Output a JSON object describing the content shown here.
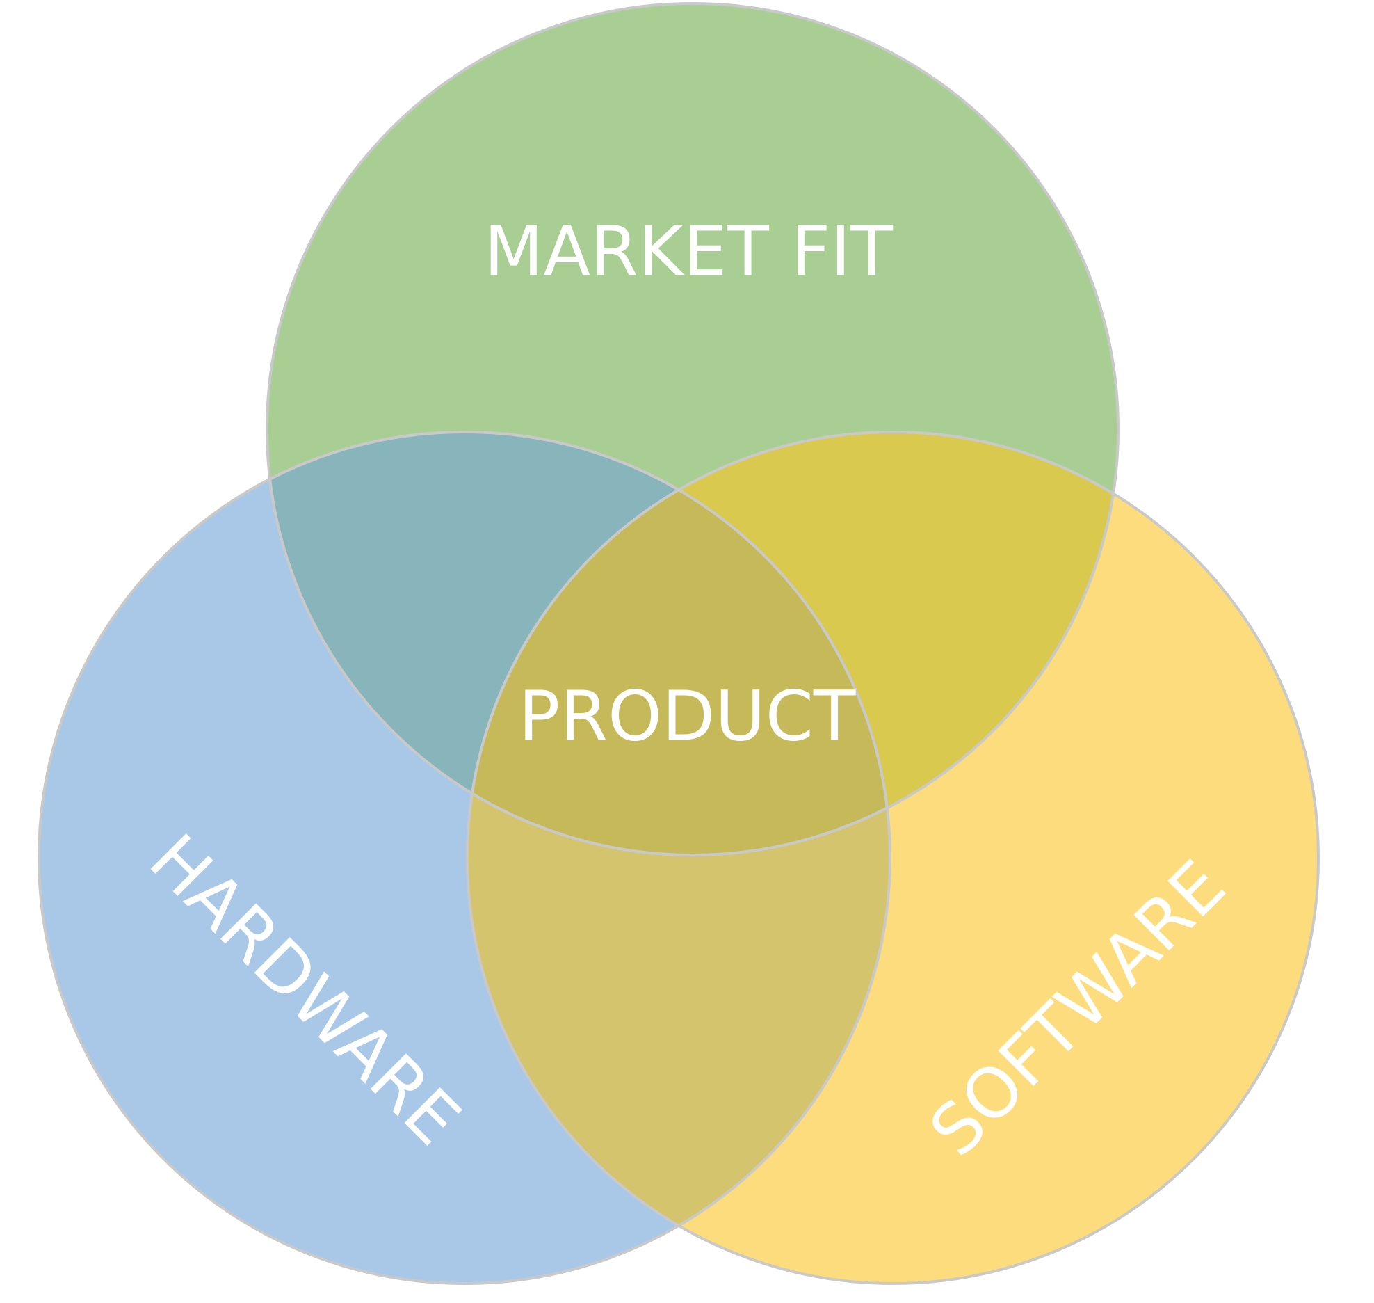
{
  "diagram": {
    "type": "venn",
    "sets": [
      {
        "id": "market",
        "label": "MARKET FIT",
        "color": "#a9ce94"
      },
      {
        "id": "hardware",
        "label": "HARDWARE",
        "color": "#a9c8e8"
      },
      {
        "id": "software",
        "label": "SOFTWARE",
        "color": "#fcdc7d"
      }
    ],
    "intersection_label": "PRODUCT",
    "overlap_colors": {
      "market_hardware": "#88b4bb",
      "market_software": "#d9c94e",
      "hardware_software": "#d4c46e",
      "all": "#c5b95a"
    },
    "outline_color": "#c9c9c9",
    "label_color": "#ffffff"
  }
}
